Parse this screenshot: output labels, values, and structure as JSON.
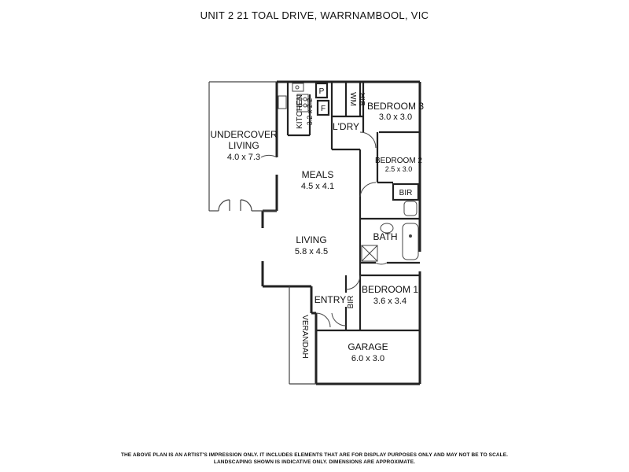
{
  "title": "UNIT 2 21 TOAL DRIVE, WARRNAMBOOL, VIC",
  "rooms": {
    "undercover": {
      "name": "UNDERCOVER",
      "name2": "LIVING",
      "dims": "4.0 x 7.3"
    },
    "kitchen": {
      "name": "KITCHEN",
      "dims": "3.2 x 2.2"
    },
    "pantry": {
      "name": "P"
    },
    "fridge": {
      "name": "F"
    },
    "wm": {
      "name": "WM"
    },
    "bir3": {
      "name": "BIR"
    },
    "bedroom3": {
      "name": "BEDROOM 3",
      "dims": "3.0 x 3.0"
    },
    "laundry": {
      "name": "L'DRY"
    },
    "bedroom2": {
      "name": "BEDROOM 2",
      "dims": "2.5 x 3.0"
    },
    "bir2": {
      "name": "BIR"
    },
    "meals": {
      "name": "MEALS",
      "dims": "4.5 x 4.1"
    },
    "bath": {
      "name": "BATH"
    },
    "living": {
      "name": "LIVING",
      "dims": "5.8 x 4.5"
    },
    "bedroom1": {
      "name": "BEDROOM 1",
      "dims": "3.6 x 3.4"
    },
    "bir1": {
      "name": "BIR"
    },
    "entry": {
      "name": "ENTRY"
    },
    "verandah": {
      "name": "VERANDAH"
    },
    "garage": {
      "name": "GARAGE",
      "dims": "6.0 x 3.0"
    }
  },
  "disclaimer": {
    "line1": "THE ABOVE PLAN IS AN ARTIST'S IMPRESSION ONLY. IT INCLUDES ELEMENTS THAT ARE FOR DISPLAY PURPOSES ONLY AND MAY NOT BE TO SCALE.",
    "line2": "LANDSCAPING SHOWN IS INDICATIVE ONLY. DIMENSIONS ARE APPROXIMATE."
  }
}
